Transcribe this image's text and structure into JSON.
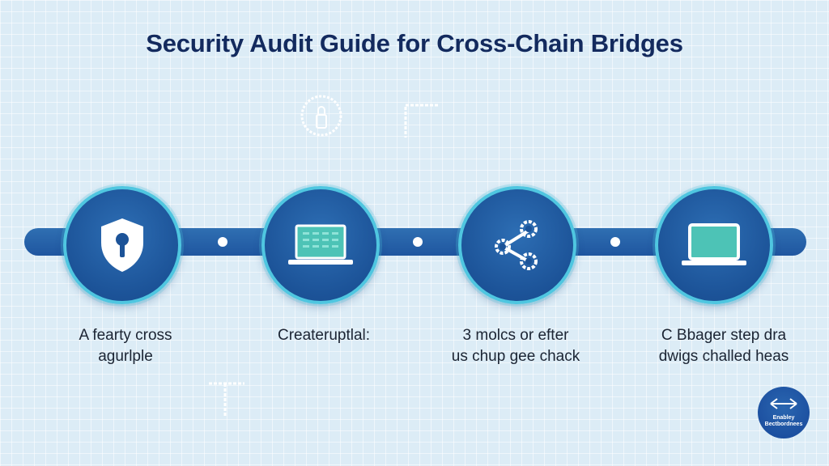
{
  "title": "Security Audit Guide for Cross-Chain Bridges",
  "steps": [
    {
      "icon": "shield-keyhole-icon",
      "label_lines": [
        "A fearty cross",
        "agurlple"
      ]
    },
    {
      "icon": "laptop-dashboard-icon",
      "label_lines": [
        "Createruptlal:",
        ""
      ]
    },
    {
      "icon": "gears-network-icon",
      "label_lines": [
        "3 molcs or efter",
        "us chup gee chack"
      ]
    },
    {
      "icon": "laptop-icon",
      "label_lines": [
        "C Bbager step dra",
        "dwigs challed heas"
      ]
    }
  ],
  "badge": {
    "icon": "bridge-arrows-icon",
    "line1": "Enabley",
    "line2": "Bectbordnees"
  },
  "colors": {
    "accent": "#1f56a0",
    "ring": "#4fc6e0",
    "title": "#132a5e",
    "background": "#dcecf6"
  }
}
